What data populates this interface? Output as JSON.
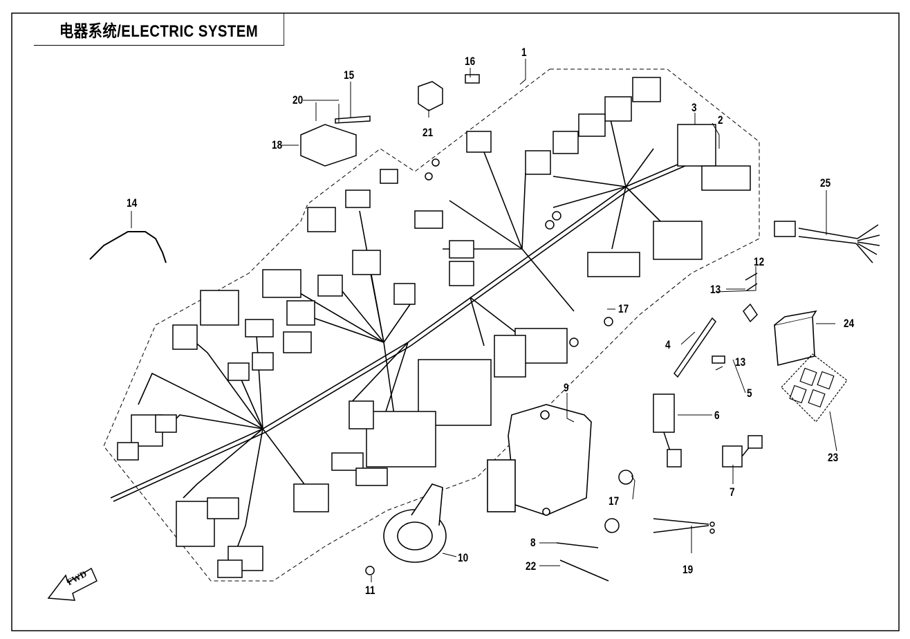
{
  "title": "电器系统/ELECTRIC SYSTEM",
  "fwd_label": "FWD",
  "callouts": [
    {
      "id": "c1",
      "label": "1"
    },
    {
      "id": "c2",
      "label": "2"
    },
    {
      "id": "c3",
      "label": "3"
    },
    {
      "id": "c4",
      "label": "4"
    },
    {
      "id": "c5",
      "label": "5"
    },
    {
      "id": "c6",
      "label": "6"
    },
    {
      "id": "c7",
      "label": "7"
    },
    {
      "id": "c8",
      "label": "8"
    },
    {
      "id": "c9",
      "label": "9"
    },
    {
      "id": "c10",
      "label": "10"
    },
    {
      "id": "c11",
      "label": "11"
    },
    {
      "id": "c12",
      "label": "12"
    },
    {
      "id": "c13a",
      "label": "13"
    },
    {
      "id": "c13b",
      "label": "13"
    },
    {
      "id": "c14",
      "label": "14"
    },
    {
      "id": "c15",
      "label": "15"
    },
    {
      "id": "c16",
      "label": "16"
    },
    {
      "id": "c17a",
      "label": "17"
    },
    {
      "id": "c17b",
      "label": "17"
    },
    {
      "id": "c18",
      "label": "18"
    },
    {
      "id": "c19",
      "label": "19"
    },
    {
      "id": "c20",
      "label": "20"
    },
    {
      "id": "c21",
      "label": "21"
    },
    {
      "id": "c22",
      "label": "22"
    },
    {
      "id": "c23",
      "label": "23"
    },
    {
      "id": "c24",
      "label": "24"
    },
    {
      "id": "c25",
      "label": "25"
    }
  ]
}
